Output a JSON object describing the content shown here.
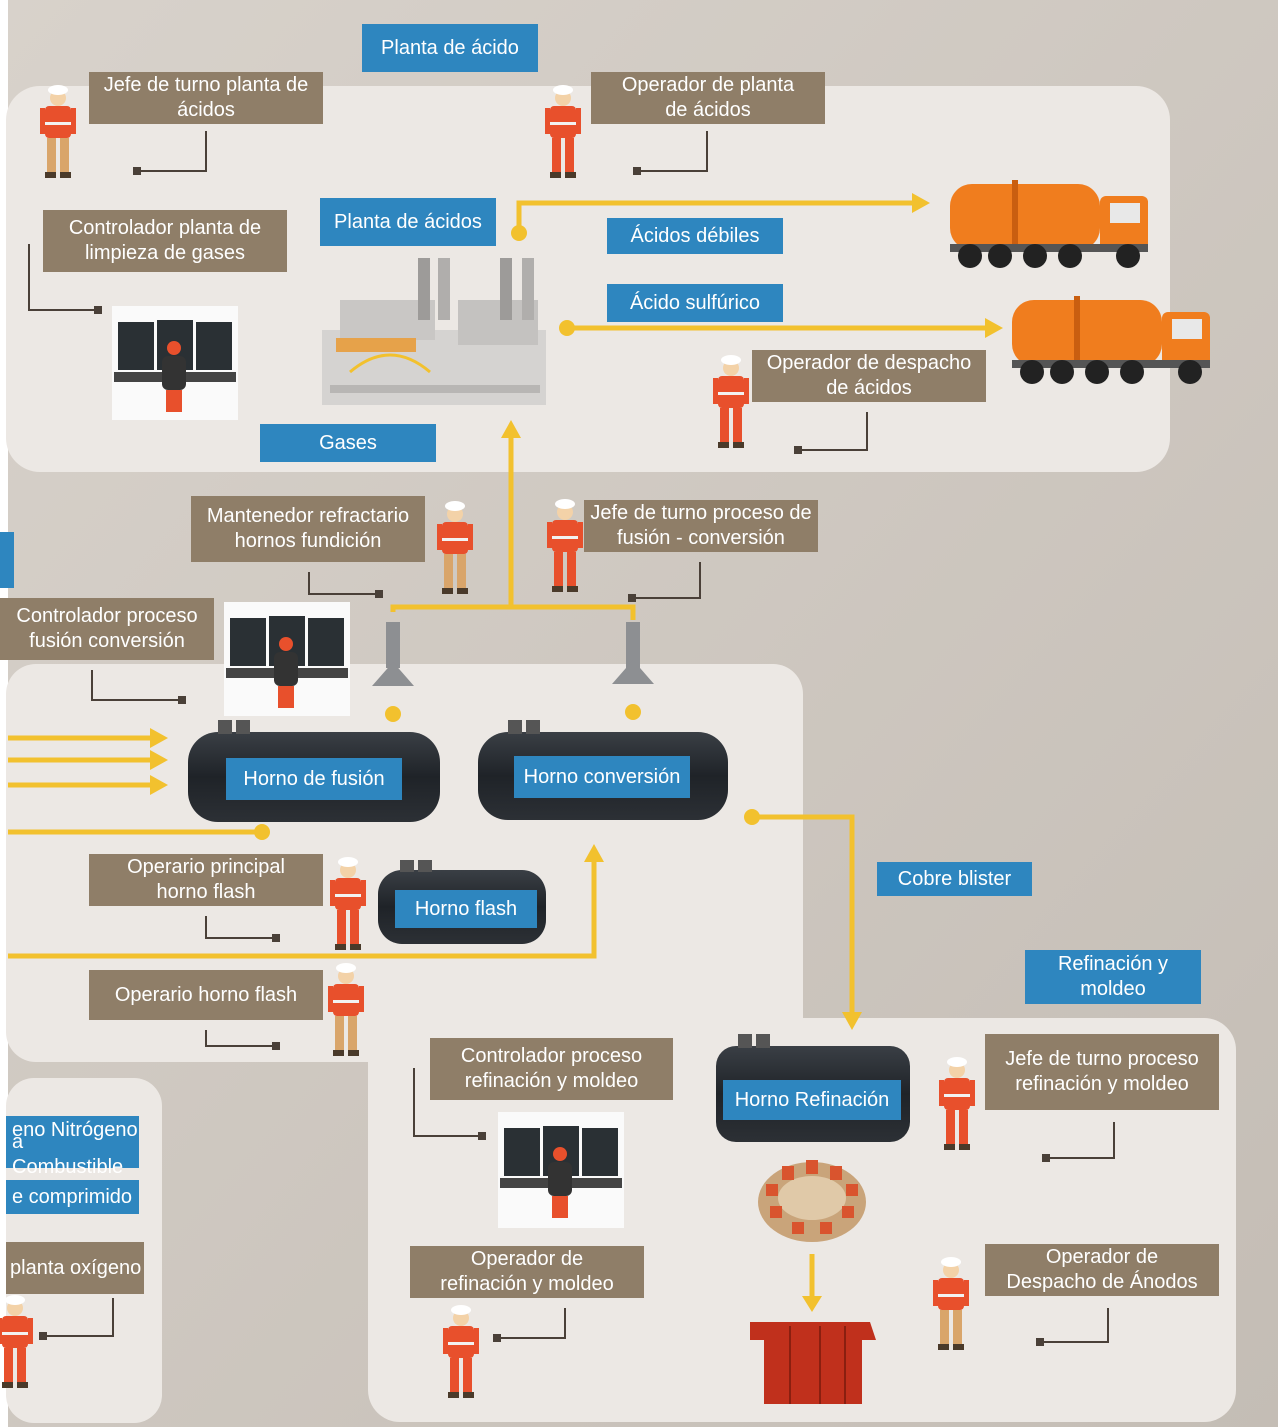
{
  "sections": {
    "acid_plant_title": "Planta de ácido",
    "refining_title": "Refinación y\nmoldeo"
  },
  "streams": {
    "planta_acidos": "Planta de ácidos",
    "acidos_debiles": "Ácidos débiles",
    "acido_sulfurico": "Ácido sulfúrico",
    "gases": "Gases",
    "cobre_blister": "Cobre blister",
    "nitrogeno": "eno  Nitrógeno",
    "combustible": "a  Combustible",
    "comprimido": "e comprimido"
  },
  "equipment": {
    "horno_fusion": "Horno de fusión",
    "horno_conversion": "Horno conversión",
    "horno_flash": "Horno flash",
    "horno_refinacion": "Horno Refinación"
  },
  "roles": {
    "jefe_turno_acidos": "Jefe de turno planta de\nácidos",
    "operador_planta_acidos": "Operador de planta\nde ácidos",
    "controlador_limpieza": "Controlador planta de\nlimpieza de gases",
    "operador_despacho_acidos": "Operador de despacho\nde ácidos",
    "mantenedor_refractario": "Mantenedor refractario\nhornos fundición",
    "jefe_turno_fusion": "Jefe de turno proceso de\nfusión - conversión",
    "controlador_fusion": "Controlador proceso\nfusión conversión",
    "operario_principal_flash": "Operario principal\nhorno flash",
    "operario_flash": "Operario horno flash",
    "controlador_refinacion": "Controlador proceso\nrefinación y moldeo",
    "jefe_turno_refinacion": "Jefe de turno proceso\nrefinación y moldeo",
    "operador_refinacion": "Operador de\nrefinación y moldeo",
    "operador_despacho_anodos": "Operador de\nDespacho de Ánodos",
    "planta_oxigeno": "planta oxígeno"
  },
  "colors": {
    "label_brown": "#8f7e68",
    "label_blue": "#2e86bf",
    "flow_yellow": "#f2c12e",
    "panel": "#ece8e4",
    "worker_vest": "#e8502c",
    "truck_orange": "#f07d1e",
    "furnace_dark": "#23272c",
    "anode_red": "#c0301c"
  }
}
